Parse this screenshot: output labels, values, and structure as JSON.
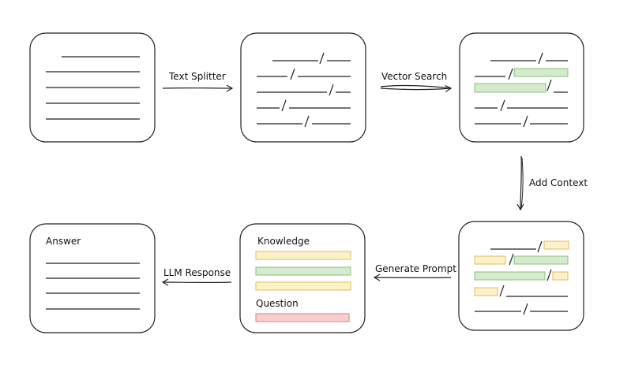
{
  "edges": {
    "text_splitter": "Text Splitter",
    "vector_search": "Vector Search",
    "add_context": "Add Context",
    "generate_prompt": "Generate Prompt",
    "llm_response": "LLM Response"
  },
  "prompt_box": {
    "knowledge_label": "Knowledge",
    "question_label": "Question"
  },
  "answer_box": {
    "title": "Answer"
  },
  "colors": {
    "stroke": "#222222",
    "yellow_fill": "#fdf1cc",
    "yellow_stroke": "#e0bd5a",
    "green_fill": "#d6ead0",
    "green_stroke": "#8cbf7d",
    "red_fill": "#f8cfcf",
    "red_stroke": "#d98080"
  }
}
